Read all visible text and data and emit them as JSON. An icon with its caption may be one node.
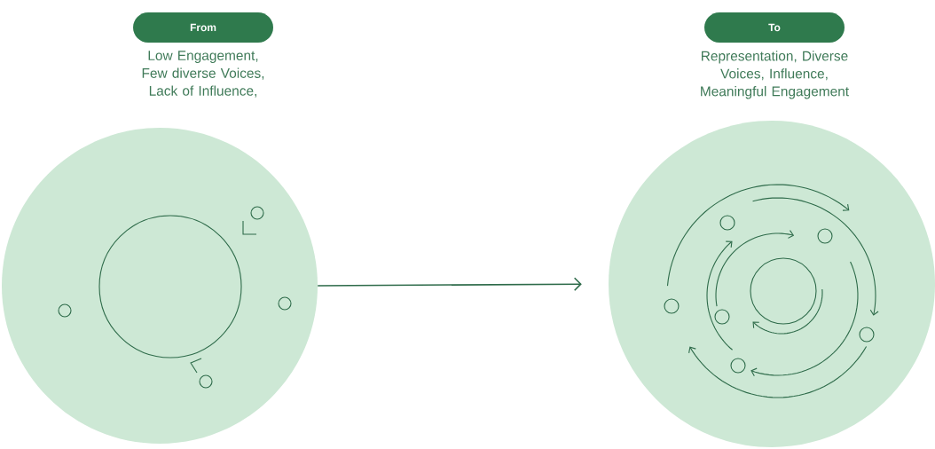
{
  "diagram": {
    "nodes": [
      {
        "text": [
          "From"
        ],
        "beside": [
          "Low Engagement, Few diverse Voices, Lack of Influence,"
        ]
      },
      {
        "text": [
          "To"
        ],
        "beside": [
          "Representation, Diverse Voices, Influence, Meaningful Engagement"
        ]
      },
      {
        "text": [],
        "shape": "circle"
      },
      {
        "text": [],
        "shape": "circle"
      }
    ],
    "edges": [
      {
        "from": 2,
        "to": 3,
        "arrow": "to"
      }
    ]
  }
}
